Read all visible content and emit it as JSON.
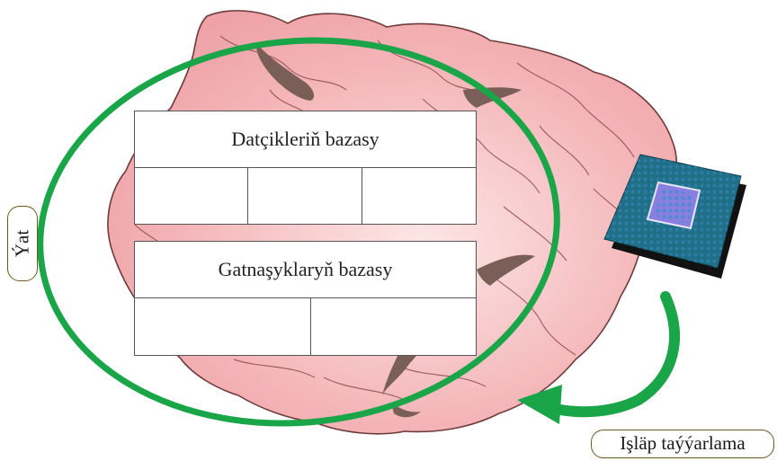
{
  "diagram": {
    "memory_label": "Ýat",
    "processing_label": "Işläp taýýarlama",
    "sensor_base_title": "Datçikleriň bazasy",
    "relation_base_title": "Gatnaşyklaryň bazasy",
    "colors": {
      "brain_fill": "#f2aeb2",
      "brain_outline": "#6e3a3a",
      "brain_groove": "#7a5e58",
      "green_accent": "#19a548",
      "chip_teal": "#1f6f86",
      "chip_core": "#8a7fe0",
      "tag_border": "#6b5a1e"
    }
  }
}
